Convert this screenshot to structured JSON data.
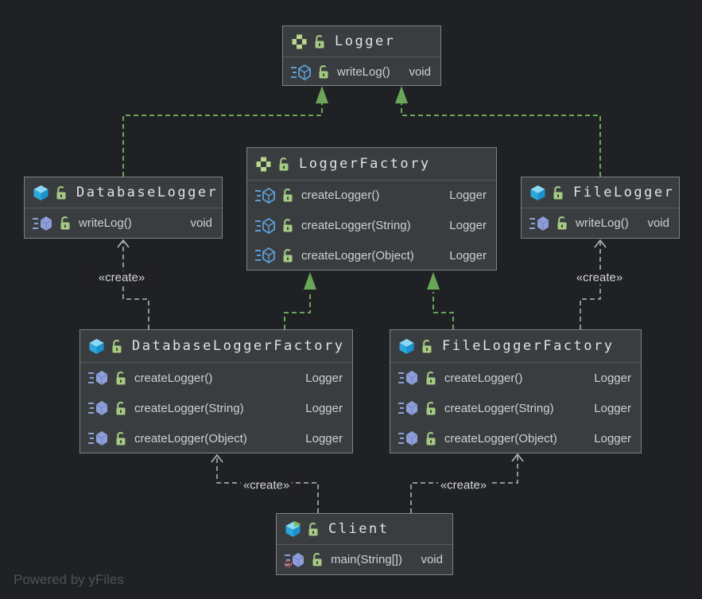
{
  "diagram": {
    "footer": "Powered by yFiles",
    "colors": {
      "background": "#202124",
      "node_fill": "#3a3d3f",
      "node_border": "#7e8284",
      "realization_green": "#69a658",
      "dependency_gray": "#b5b8ba",
      "interface_icon_green": "#b9d78c",
      "lock_green": "#a6ca84",
      "class_icon_blue": "#2ea7dd",
      "method_icon_purple": "#8d9ed8",
      "entry_point_red": "#dd5555"
    },
    "icons": {
      "interface": "plus-grid-icon",
      "class": "blue-cube-icon",
      "runnable_class": "blue-cube-run-icon",
      "method": "purple-hexagon-icon",
      "abstract_method": "blue-hexagon-outline-icon",
      "visibility": "open-lock-icon",
      "entry_point": "red-target-icon"
    }
  },
  "nodes": {
    "logger": {
      "title": "Logger",
      "kind": "interface",
      "methods": [
        {
          "name": "writeLog()",
          "returns": "void"
        }
      ]
    },
    "logger_factory": {
      "title": "LoggerFactory",
      "kind": "interface",
      "methods": [
        {
          "name": "createLogger()",
          "returns": "Logger"
        },
        {
          "name": "createLogger(String)",
          "returns": "Logger"
        },
        {
          "name": "createLogger(Object)",
          "returns": "Logger"
        }
      ]
    },
    "database_logger": {
      "title": "DatabaseLogger",
      "kind": "class",
      "methods": [
        {
          "name": "writeLog()",
          "returns": "void"
        }
      ]
    },
    "file_logger": {
      "title": "FileLogger",
      "kind": "class",
      "methods": [
        {
          "name": "writeLog()",
          "returns": "void"
        }
      ]
    },
    "database_logger_factory": {
      "title": "DatabaseLoggerFactory",
      "kind": "class",
      "methods": [
        {
          "name": "createLogger()",
          "returns": "Logger"
        },
        {
          "name": "createLogger(String)",
          "returns": "Logger"
        },
        {
          "name": "createLogger(Object)",
          "returns": "Logger"
        }
      ]
    },
    "file_logger_factory": {
      "title": "FileLoggerFactory",
      "kind": "class",
      "methods": [
        {
          "name": "createLogger()",
          "returns": "Logger"
        },
        {
          "name": "createLogger(String)",
          "returns": "Logger"
        },
        {
          "name": "createLogger(Object)",
          "returns": "Logger"
        }
      ]
    },
    "client": {
      "title": "Client",
      "kind": "runnable-class",
      "methods": [
        {
          "name": "main(String[])",
          "returns": "void"
        }
      ]
    }
  },
  "edges": {
    "create_label": "«create»",
    "list": [
      {
        "from": "DatabaseLogger",
        "to": "Logger",
        "type": "realization",
        "label": ""
      },
      {
        "from": "FileLogger",
        "to": "Logger",
        "type": "realization",
        "label": ""
      },
      {
        "from": "DatabaseLoggerFactory",
        "to": "LoggerFactory",
        "type": "realization",
        "label": ""
      },
      {
        "from": "FileLoggerFactory",
        "to": "LoggerFactory",
        "type": "realization",
        "label": ""
      },
      {
        "from": "DatabaseLoggerFactory",
        "to": "DatabaseLogger",
        "type": "dependency",
        "label": "«create»"
      },
      {
        "from": "FileLoggerFactory",
        "to": "FileLogger",
        "type": "dependency",
        "label": "«create»"
      },
      {
        "from": "Client",
        "to": "DatabaseLoggerFactory",
        "type": "dependency",
        "label": "«create»"
      },
      {
        "from": "Client",
        "to": "FileLoggerFactory",
        "type": "dependency",
        "label": "«create»"
      }
    ]
  }
}
